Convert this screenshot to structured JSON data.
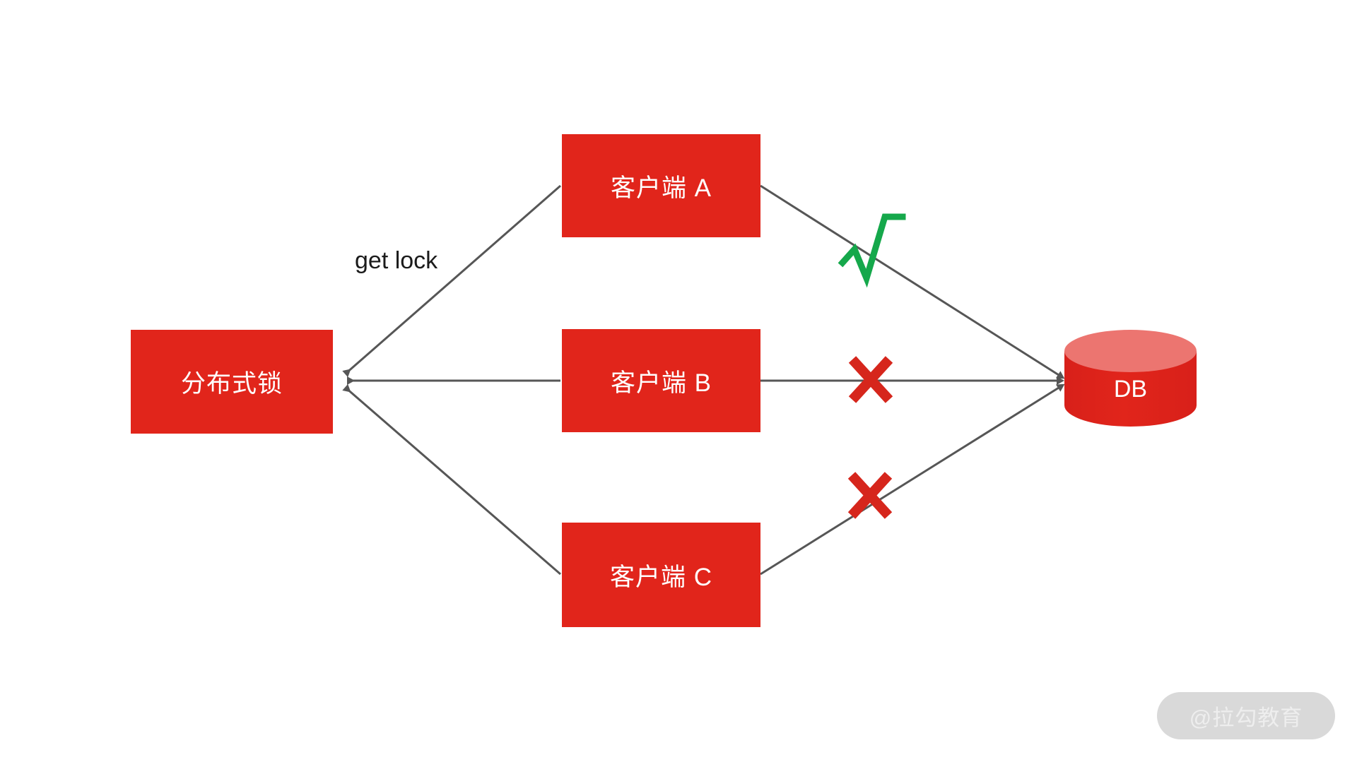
{
  "diagram": {
    "title": "distributed-lock-single-writer-diagram",
    "colors": {
      "node_red": "#E1251B",
      "db_top_red": "#EC7570",
      "edge_gray": "#565656",
      "check_green": "#15A84B",
      "cross_red": "#D6261C",
      "watermark_bg": "#D9D9D9",
      "watermark_text": "#EEEEEE",
      "background": "#FFFFFF"
    },
    "nodes": [
      {
        "id": "lock",
        "label": "分布式锁",
        "shape": "rect"
      },
      {
        "id": "client_a",
        "label": "客户端 A",
        "shape": "rect"
      },
      {
        "id": "client_b",
        "label": "客户端 B",
        "shape": "rect"
      },
      {
        "id": "client_c",
        "label": "客户端 C",
        "shape": "rect"
      },
      {
        "id": "db",
        "label": "DB",
        "shape": "cylinder"
      }
    ],
    "edges": [
      {
        "from": "client_a",
        "to": "lock",
        "label": "get lock",
        "arrow": "to-lock"
      },
      {
        "from": "client_b",
        "to": "lock",
        "label": "",
        "arrow": "to-lock"
      },
      {
        "from": "client_c",
        "to": "lock",
        "label": "",
        "arrow": "to-lock"
      },
      {
        "from": "client_a",
        "to": "db",
        "label": "",
        "arrow": "to-db",
        "status": "allowed"
      },
      {
        "from": "client_b",
        "to": "db",
        "label": "",
        "arrow": "to-db",
        "status": "blocked"
      },
      {
        "from": "client_c",
        "to": "db",
        "label": "",
        "arrow": "to-db",
        "status": "blocked"
      }
    ],
    "annotations": [
      {
        "id": "check_a",
        "symbol": "√",
        "meaning": "allowed",
        "on_edge": "client_a-db"
      },
      {
        "id": "cross_b",
        "symbol": "✕",
        "meaning": "blocked",
        "on_edge": "client_b-db"
      },
      {
        "id": "cross_c",
        "symbol": "✕",
        "meaning": "blocked",
        "on_edge": "client_c-db"
      }
    ],
    "edge_labels": {
      "get_lock": "get lock"
    }
  },
  "watermark": {
    "text": "@拉勾教育"
  }
}
